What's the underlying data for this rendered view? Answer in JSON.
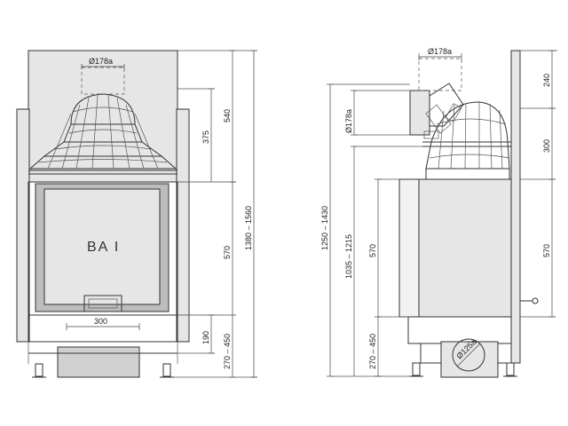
{
  "front_view": {
    "label": "BA I",
    "flue_diameter": "Ø178a",
    "dim_540": "540",
    "dim_375": "375",
    "dim_570": "570",
    "dim_190": "190",
    "dim_270_450": "270 – 450",
    "dim_1380_1560": "1380 – 1560",
    "dim_300": "300"
  },
  "side_view": {
    "flue_diameter_top": "Ø178a",
    "flue_diameter_side": "Ø178a",
    "air_inlet_diameter": "Ø125a",
    "dim_240": "240",
    "dim_300": "300",
    "dim_570_right": "570",
    "dim_1250_1430": "1250 – 1430",
    "dim_1035_1215": "1035 – 1215",
    "dim_570_left": "570",
    "dim_270_450": "270 – 450"
  }
}
